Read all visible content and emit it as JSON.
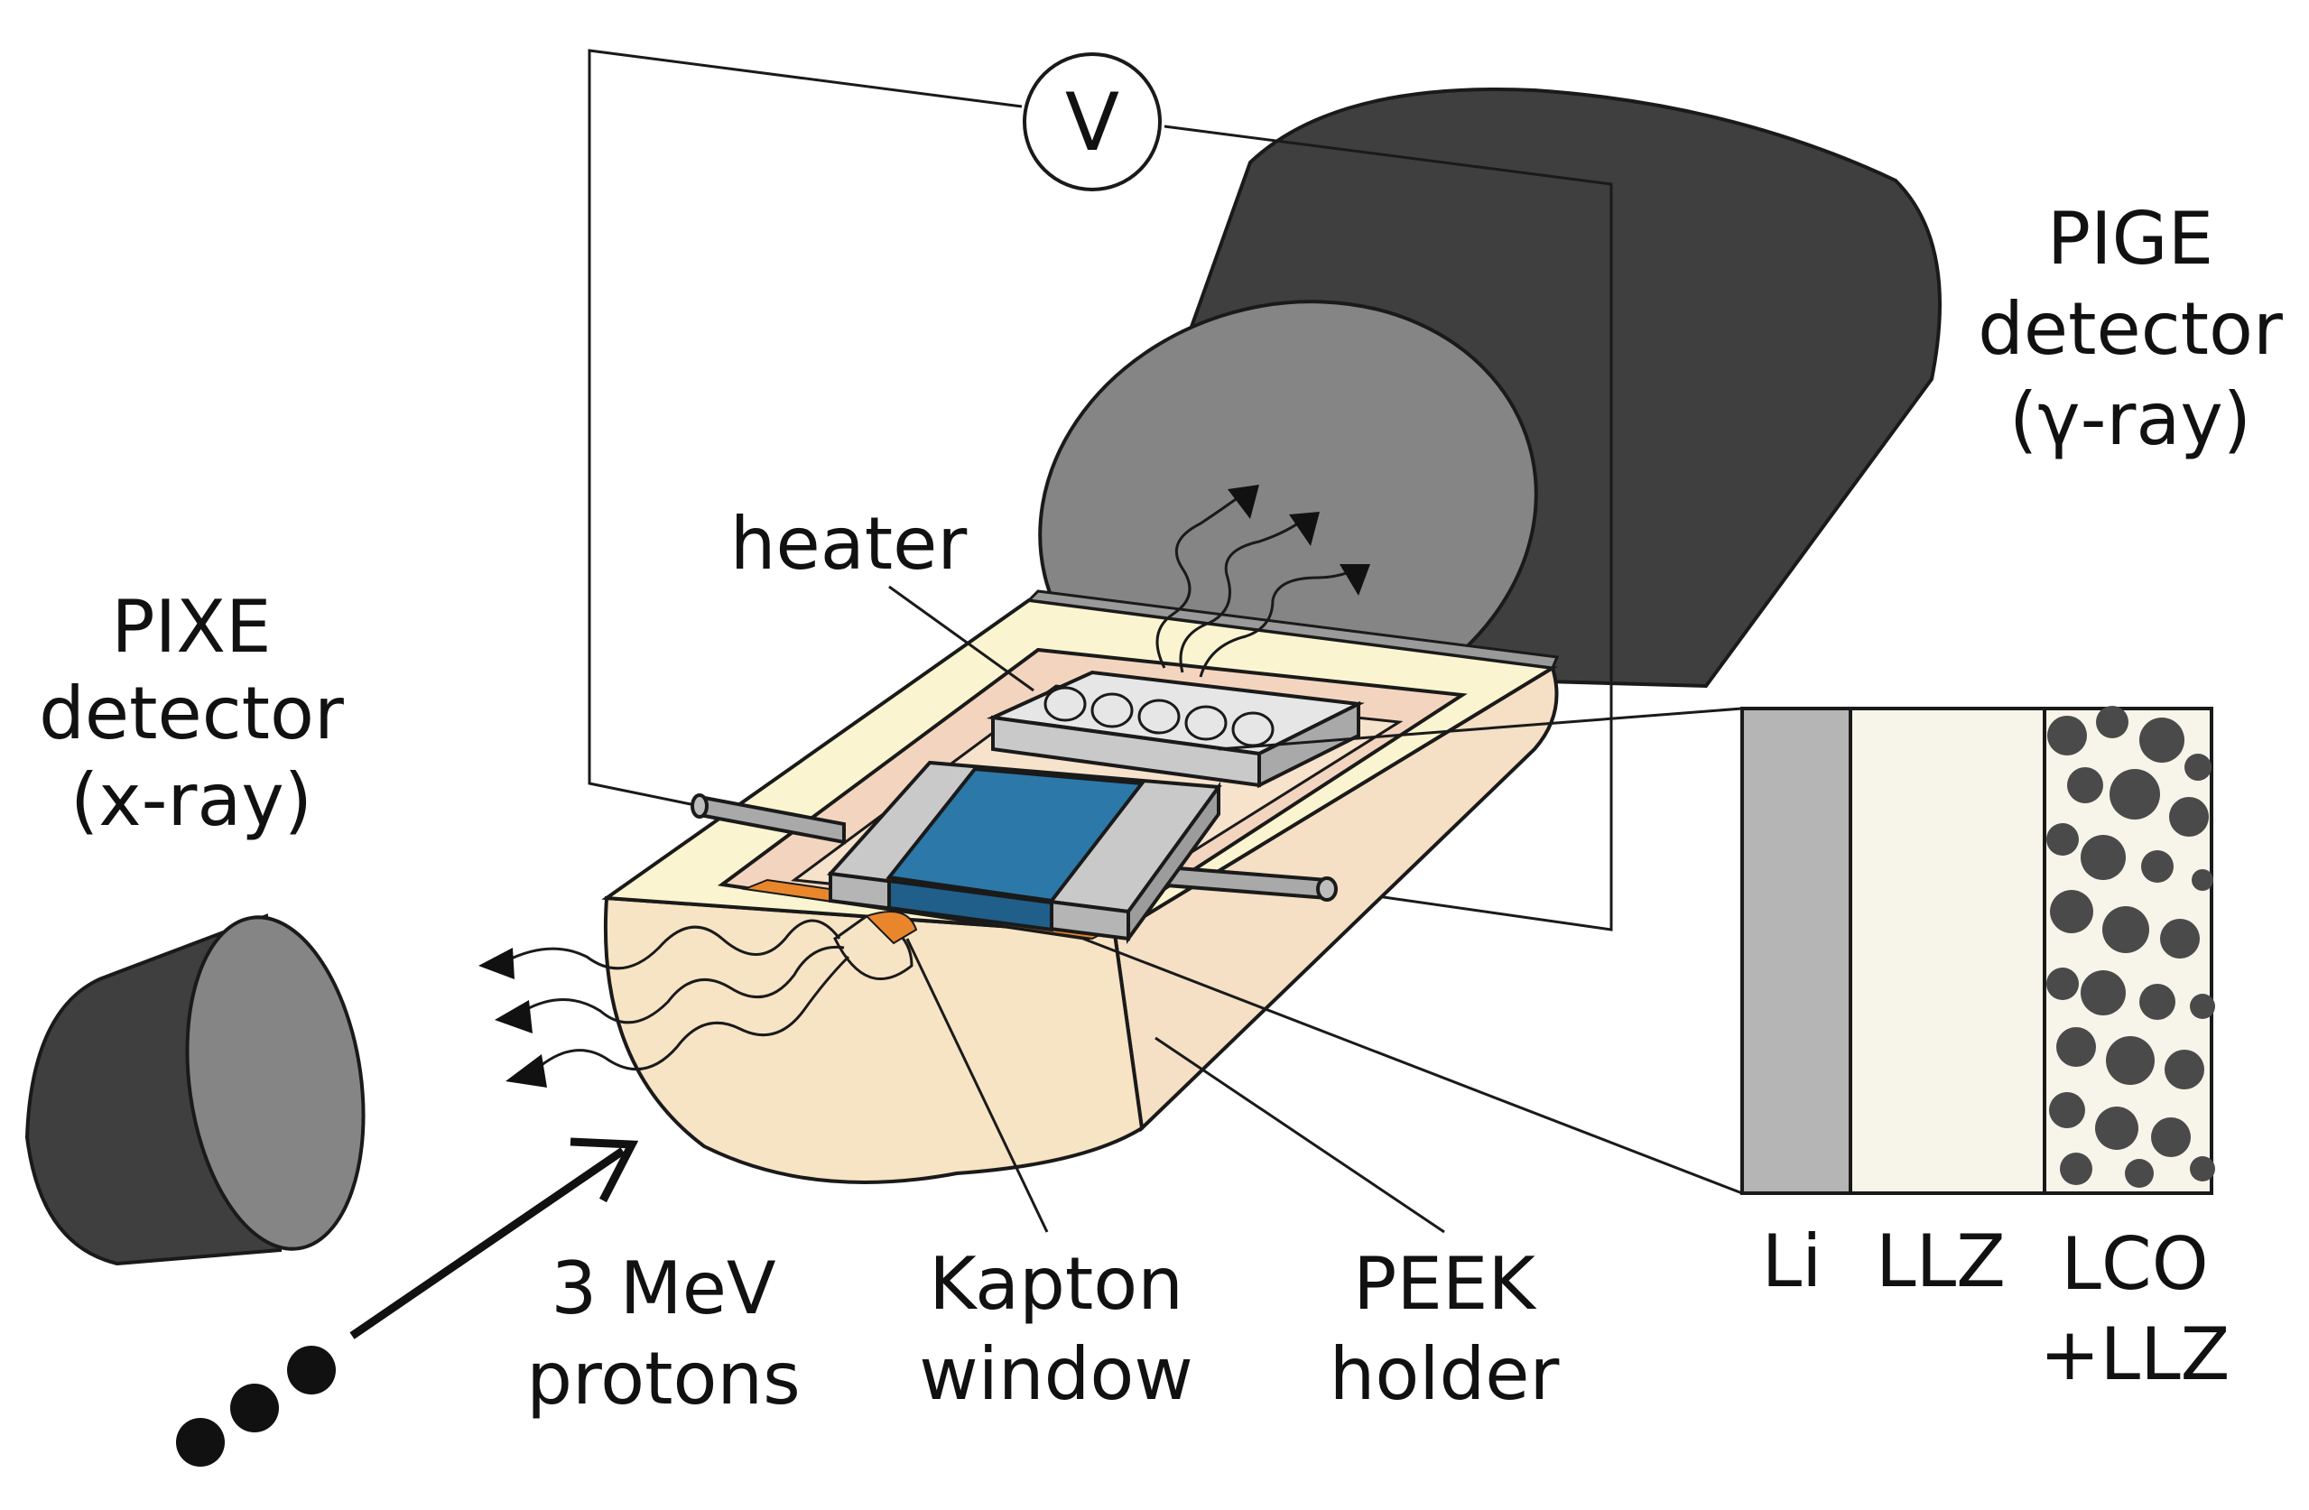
{
  "labels": {
    "voltmeter": "V",
    "pige_line1": "PIGE",
    "pige_line2": "detector",
    "pige_line3": "(γ-ray)",
    "pixe_line1": "PIXE",
    "pixe_line2": "detector",
    "pixe_line3": "(x-ray)",
    "heater": "heater",
    "protons_line1": "3 MeV",
    "protons_line2": "protons",
    "kapton_line1": "Kapton",
    "kapton_line2": "window",
    "peek_line1": "PEEK",
    "peek_line2": "holder",
    "layer_li": "Li",
    "layer_llz": "LLZ",
    "layer_lco_line1": "LCO",
    "layer_lco_line2": "+LLZ"
  },
  "colors": {
    "detector_dark": "#3f3f3f",
    "detector_face": "#858585",
    "holder_body": "#f6e4c4",
    "holder_side": "#f5dfc5",
    "holder_top": "#faf5d0",
    "recess": "#f3d5bf",
    "sample_blue": "#2c78a8",
    "clamp_gray": "#c9c9c9",
    "kapton_orange": "#e9862c",
    "li_layer": "#b5b5b5",
    "llz_layer": "#f7f4e9",
    "lco_particles": "#4a4a4a"
  }
}
